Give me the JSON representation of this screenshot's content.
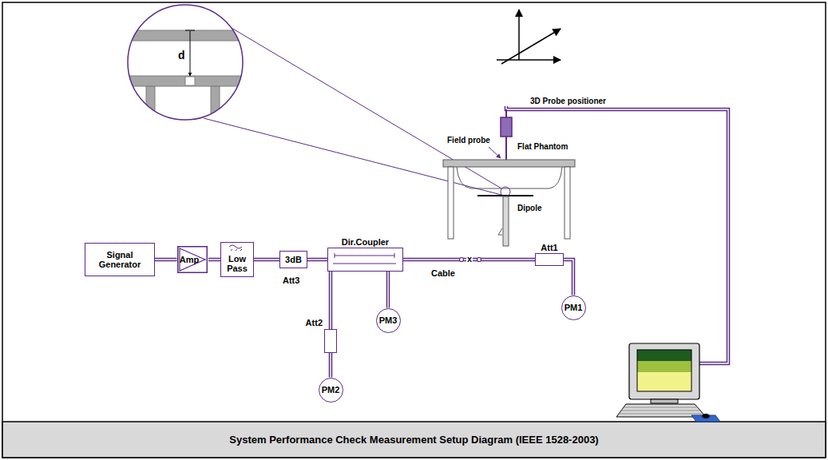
{
  "diagram": {
    "caption": "System Performance Check Measurement Setup Diagram (IEEE 1528-2003)",
    "nodes": [
      {
        "text": [
          "Signal Generator"
        ]
      },
      {
        "text": [
          "Amp"
        ]
      },
      {
        "text": [
          "Low Pass"
        ]
      },
      {
        "text": [
          "3dB"
        ]
      },
      {
        "text": [
          "Dir.Coupler"
        ]
      },
      {
        "text": [
          "Att2"
        ]
      },
      {
        "text": [
          "PM3"
        ]
      },
      {
        "text": [
          "PM2"
        ]
      },
      {
        "text": [
          "Att1"
        ]
      },
      {
        "text": [
          "PM1"
        ]
      }
    ],
    "edges": [
      {
        "from": 0,
        "to": 1,
        "arrow": "none"
      },
      {
        "from": 1,
        "to": 2,
        "arrow": "none"
      },
      {
        "from": 2,
        "to": 3,
        "arrow": "none"
      },
      {
        "from": 3,
        "to": 4,
        "arrow": "none"
      },
      {
        "from": 4,
        "to": 5,
        "arrow": "none"
      },
      {
        "from": 5,
        "to": 7,
        "arrow": "none"
      },
      {
        "from": 4,
        "to": 6,
        "arrow": "none"
      },
      {
        "from": 4,
        "to": 8,
        "arrow": "none"
      },
      {
        "from": 8,
        "to": 9,
        "arrow": "none"
      }
    ],
    "labels": [
      "3D Probe positioner",
      "Field probe",
      "Flat Phantom",
      "Dipole",
      "d",
      "Att3",
      "Cable",
      "x"
    ]
  }
}
